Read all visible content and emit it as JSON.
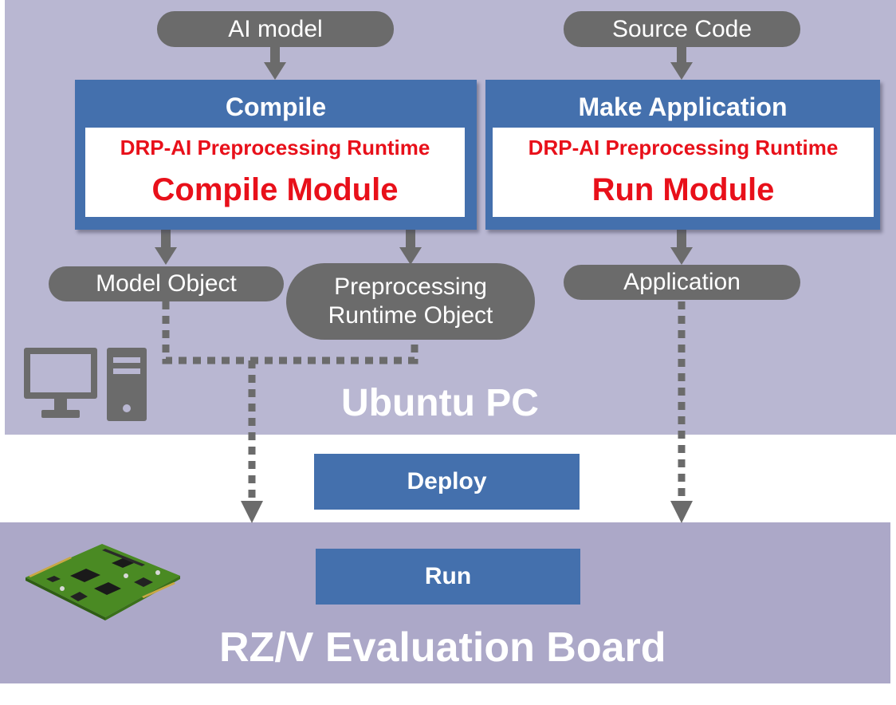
{
  "inputs": {
    "ai_model": "AI model",
    "source_code": "Source Code"
  },
  "compile_box": {
    "title": "Compile",
    "subtitle": "DRP-AI Preprocessing Runtime",
    "module": "Compile Module"
  },
  "make_app_box": {
    "title": "Make Application",
    "subtitle": "DRP-AI Preprocessing Runtime",
    "module": "Run Module"
  },
  "outputs": {
    "model_object": "Model Object",
    "preprocessing_line1": "Preprocessing",
    "preprocessing_line2": "Runtime Object",
    "application": "Application"
  },
  "stages": {
    "deploy": "Deploy",
    "run": "Run"
  },
  "regions": {
    "pc": "Ubuntu PC",
    "board": "RZ/V Evaluation Board"
  },
  "icons": {
    "pc": "desktop-computer-icon",
    "board": "circuit-board-icon"
  },
  "colors": {
    "pc_region": "#b9b7d2",
    "board_region": "#aca8c8",
    "box_blue": "#4470ad",
    "pill_gray": "#6b6b6b",
    "accent_red": "#e8101a"
  }
}
